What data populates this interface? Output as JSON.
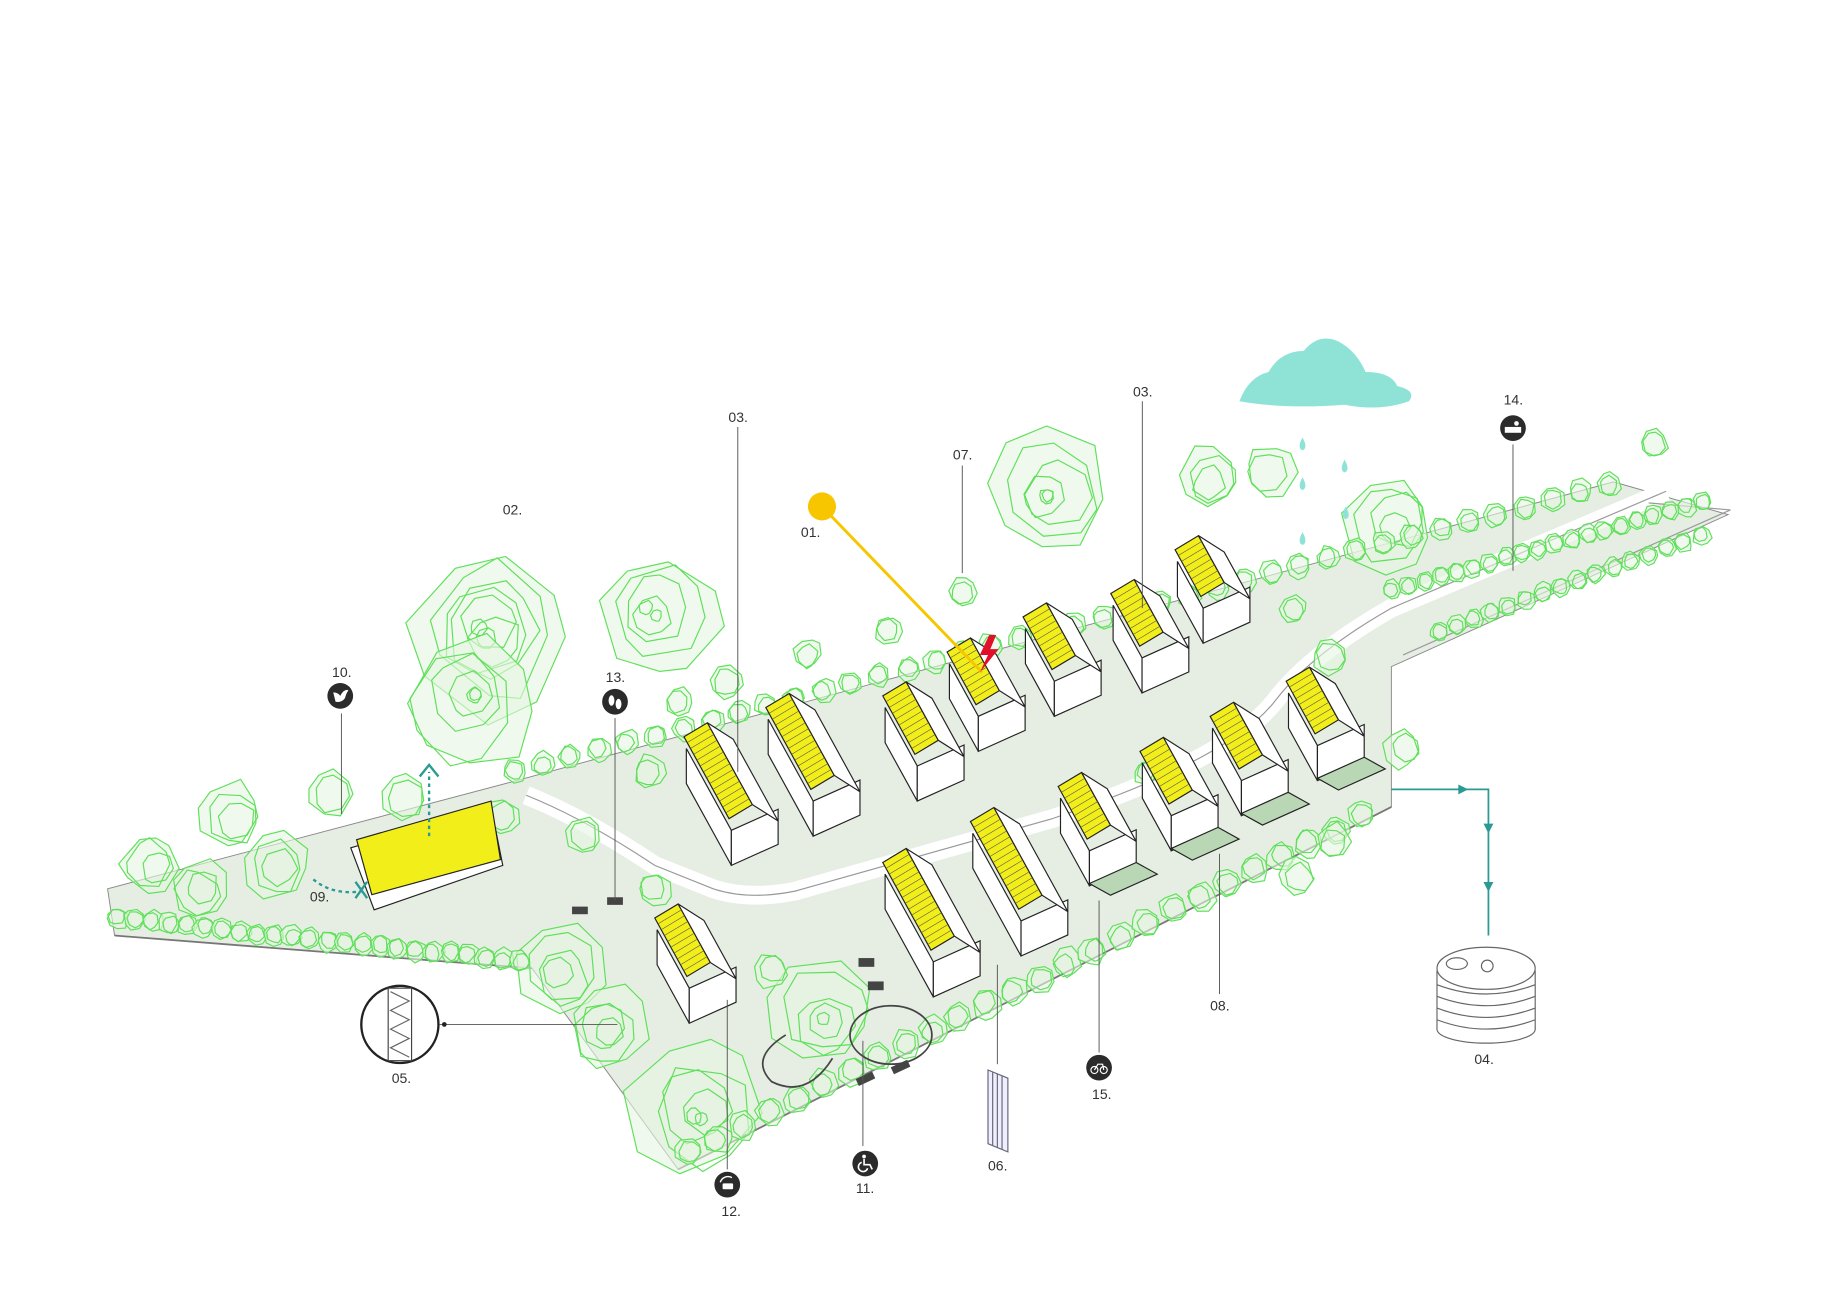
{
  "colors": {
    "tree": "#5fe05a",
    "site": "#e6eee4",
    "roof_solar": "#f2ee1a",
    "sun": "#f7c600",
    "bolt": "#e0102a",
    "water": "#8fe3d6",
    "water_arrow": "#2a9a94",
    "leader": "#555555",
    "icon_bg": "#2b2b2b"
  },
  "labels": {
    "l01": "01.",
    "l02": "02.",
    "l03a": "03.",
    "l03b": "03.",
    "l04": "04.",
    "l05": "05.",
    "l06": "06.",
    "l07": "07.",
    "l08": "08.",
    "l09": "09.",
    "l10": "10.",
    "l11": "11.",
    "l12": "12.",
    "l13": "13.",
    "l14": "14.",
    "l15": "15."
  },
  "icons": {
    "l10": "bird-icon",
    "l11": "wheelchair-icon",
    "l12": "car-share-icon",
    "l13": "footprints-icon",
    "l14": "bus-icon",
    "l15": "bicycle-icon"
  }
}
